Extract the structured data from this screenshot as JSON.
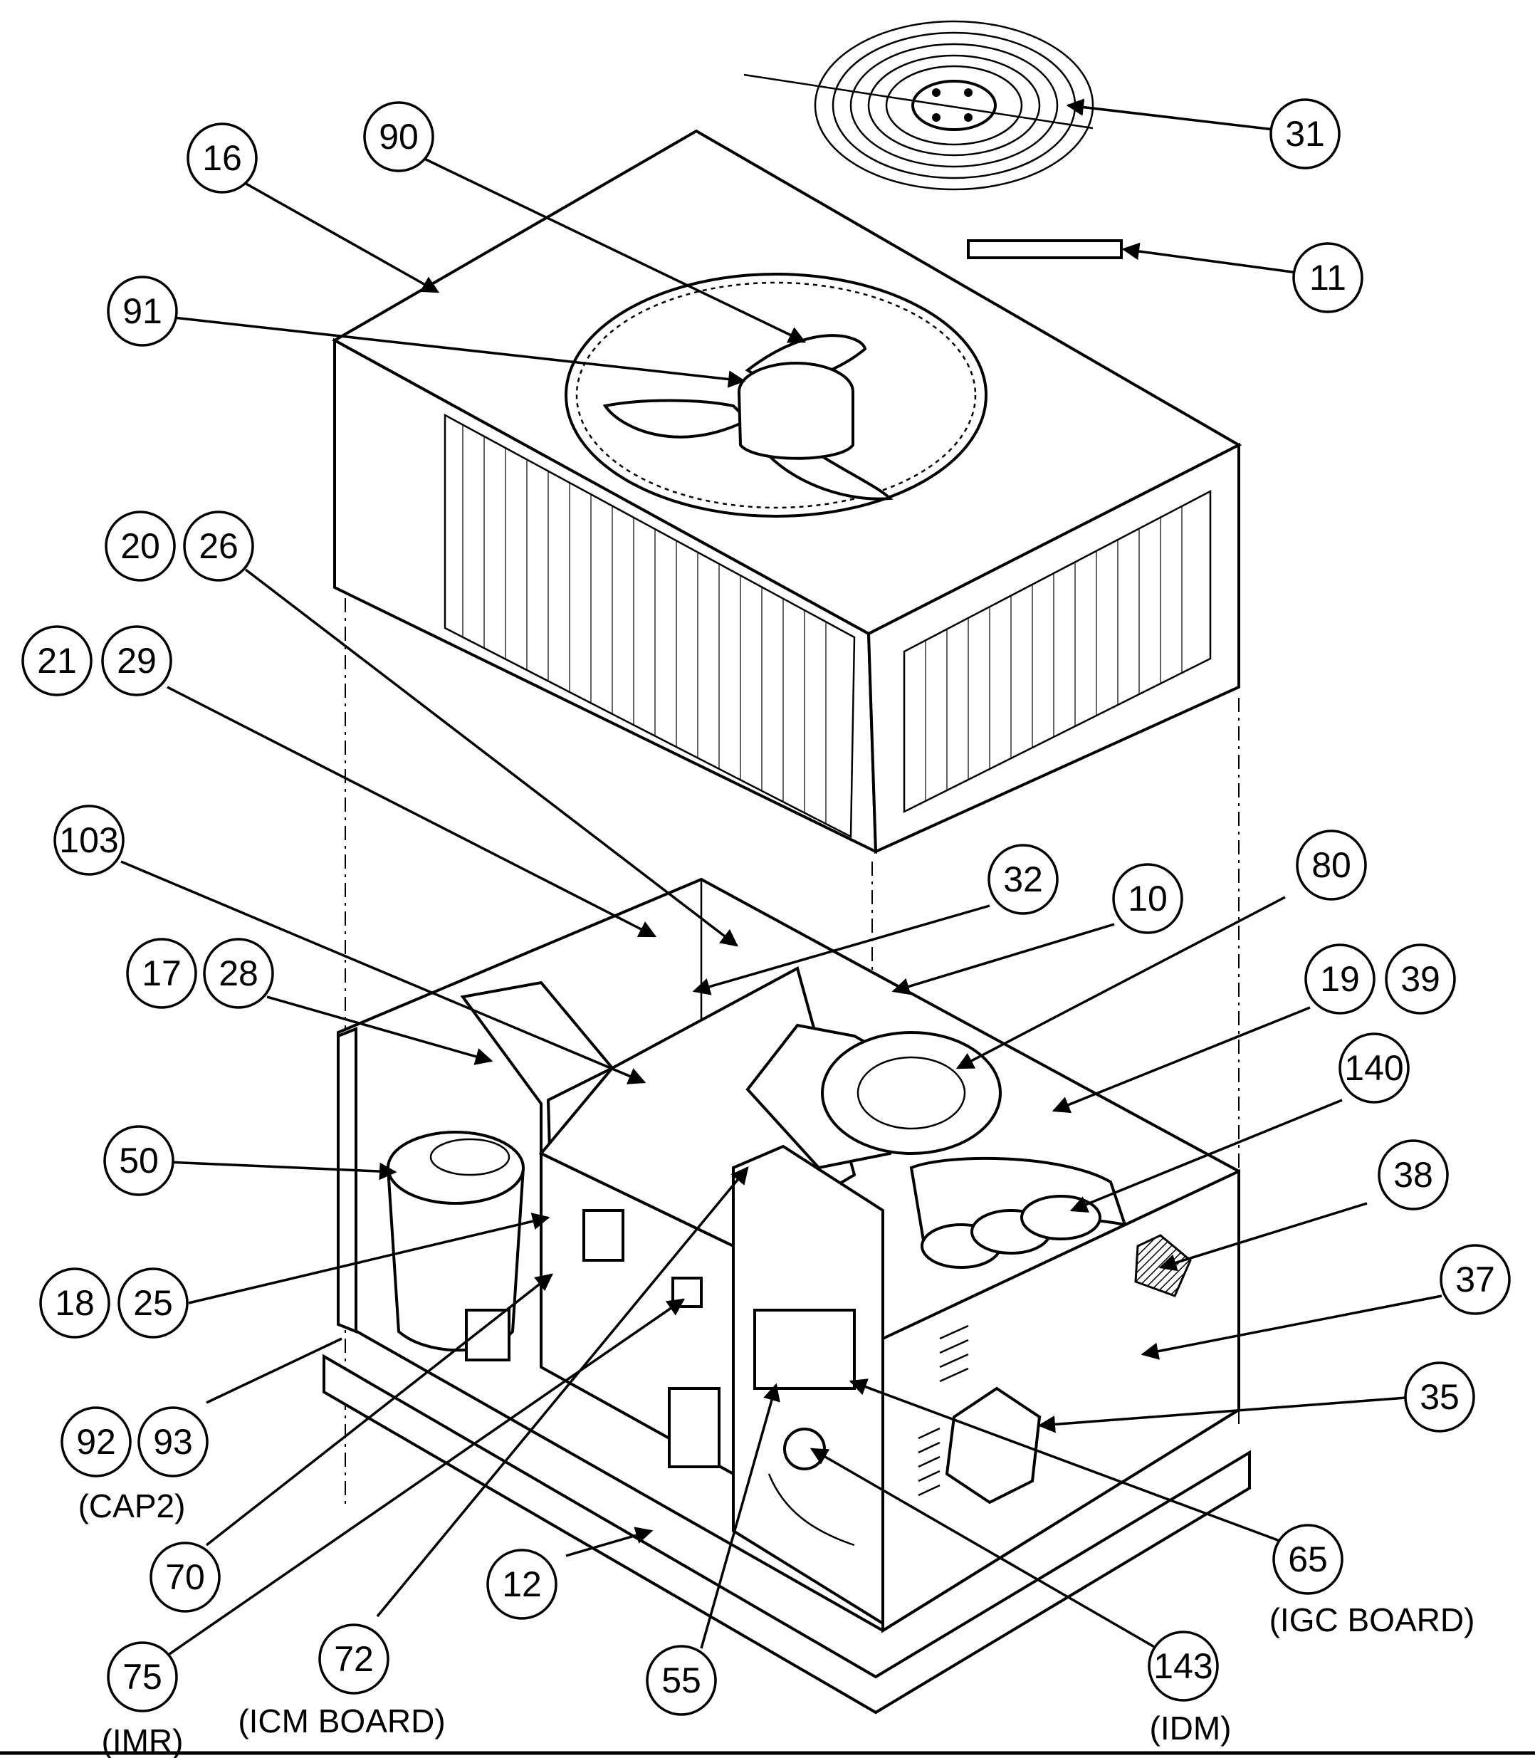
{
  "title": "",
  "callouts": [
    {
      "label": "31"
    },
    {
      "label": "16"
    },
    {
      "label": "90"
    },
    {
      "label": "11"
    },
    {
      "label": "91"
    },
    {
      "label": "20"
    },
    {
      "label": "26"
    },
    {
      "label": "21"
    },
    {
      "label": "29"
    },
    {
      "label": "103"
    },
    {
      "label": "32"
    },
    {
      "label": "10"
    },
    {
      "label": "80"
    },
    {
      "label": "17"
    },
    {
      "label": "28"
    },
    {
      "label": "19"
    },
    {
      "label": "39"
    },
    {
      "label": "140"
    },
    {
      "label": "50"
    },
    {
      "label": "38"
    },
    {
      "label": "37"
    },
    {
      "label": "18"
    },
    {
      "label": "25"
    },
    {
      "label": "35"
    },
    {
      "label": "92"
    },
    {
      "label": "93"
    },
    {
      "label": "70"
    },
    {
      "label": "12"
    },
    {
      "label": "65"
    },
    {
      "label": "75"
    },
    {
      "label": "72"
    },
    {
      "label": "55"
    },
    {
      "label": "143"
    }
  ],
  "notes": [
    {
      "text": "(CAP2)"
    },
    {
      "text": "(IGC BOARD)"
    },
    {
      "text": "(IMR)"
    },
    {
      "text": "(ICM BOARD)"
    },
    {
      "text": "(IDM)"
    }
  ]
}
